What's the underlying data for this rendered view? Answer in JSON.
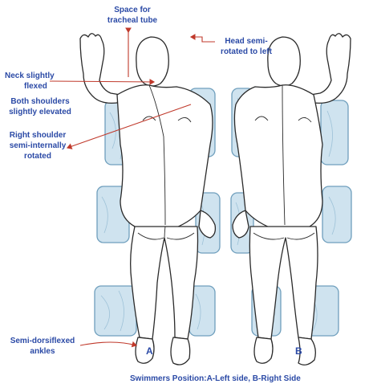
{
  "labels": {
    "tracheal_tube": [
      "Space for",
      "tracheal tube"
    ],
    "head_rotated": [
      "Head semi-",
      "rotated to left"
    ],
    "neck_flexed": [
      "Neck slightly",
      "flexed"
    ],
    "shoulders_elevated": [
      "Both shoulders",
      "slightly elevated"
    ],
    "right_shoulder": [
      "Right shoulder",
      "semi-internally",
      "rotated"
    ],
    "ankles": [
      "Semi-dorsiflexed",
      "ankles"
    ]
  },
  "figure_letters": {
    "a": "A",
    "b": "B"
  },
  "caption": "Swimmers Position:A-Left side, B-Right Side",
  "colors": {
    "label_text": "#2b4aa6",
    "arrow": "#c0392b",
    "pillow": "#cfe3ef",
    "pillow_edge": "#6f9fbd",
    "outline": "#2a2a2a"
  }
}
